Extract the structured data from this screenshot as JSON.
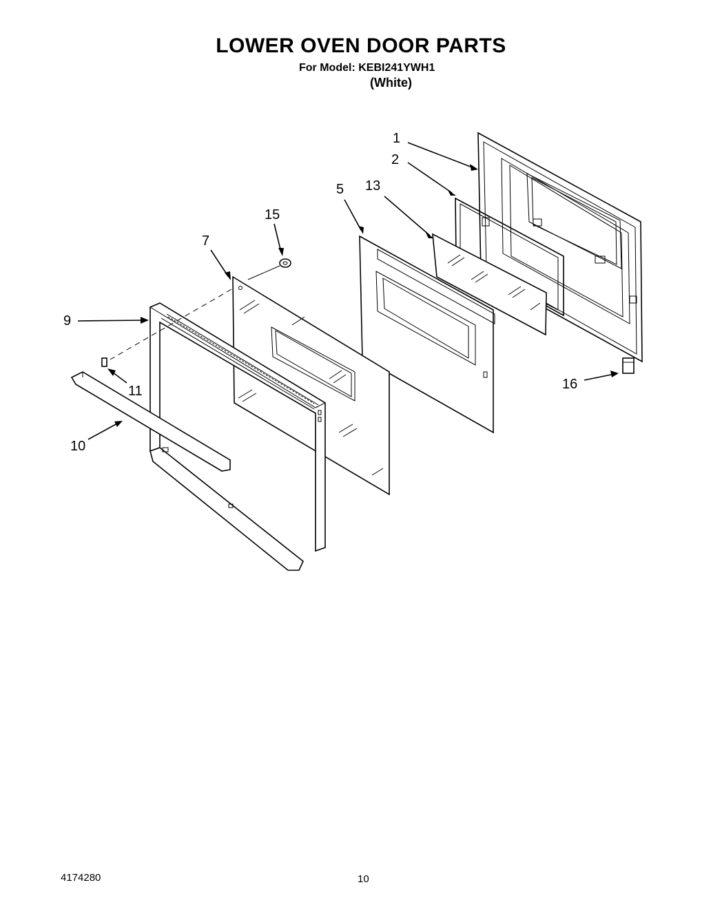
{
  "header": {
    "title": "LOWER OVEN DOOR PARTS",
    "model_line": "For Model: KEBI241YWH1",
    "variant": "(White)"
  },
  "callouts": {
    "c1": "1",
    "c2": "2",
    "c5": "5",
    "c7": "7",
    "c9": "9",
    "c10": "10",
    "c11": "11",
    "c13": "13",
    "c15": "15",
    "c16": "16"
  },
  "footer": {
    "doc_number": "4174280",
    "page_number": "10"
  }
}
